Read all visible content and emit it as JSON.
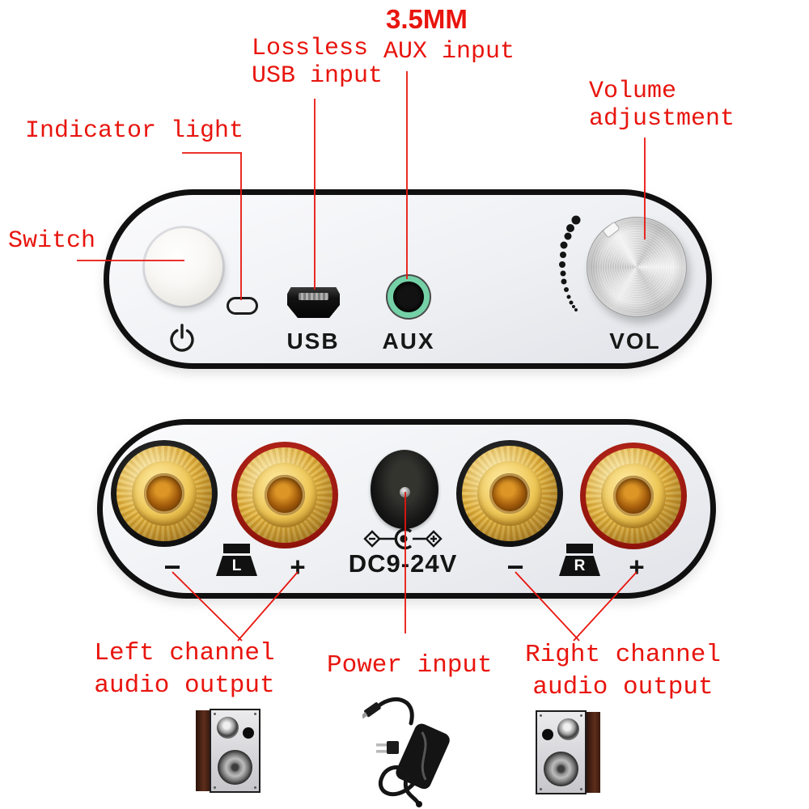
{
  "colors": {
    "callout_red": "#e8150e",
    "aux_green": "#74d0a7",
    "device_face": "#eef0f3",
    "device_border": "#101010",
    "terminal_gold": "#d8a125"
  },
  "callouts": {
    "switch": "Switch",
    "indicator": "Indicator light",
    "usb_line1": "Lossless",
    "usb_line2": "USB input",
    "aux_line1": "3.5MM",
    "aux_line2": "AUX input",
    "volume_line1": "Volume",
    "volume_line2": "adjustment",
    "left_output_line1": "Left channel",
    "left_output_line2": "audio output",
    "power_input": "Power input",
    "right_output_line1": "Right channel",
    "right_output_line2": "audio output"
  },
  "front_panel": {
    "usb_label": "USB",
    "aux_label": "AUX",
    "vol_label": "VOL"
  },
  "rear_panel": {
    "dc_rating": "DC9-24V",
    "left_minus": "−",
    "left_plus": "+",
    "left_letter": "L",
    "right_minus": "−",
    "right_plus": "+",
    "right_letter": "R"
  }
}
